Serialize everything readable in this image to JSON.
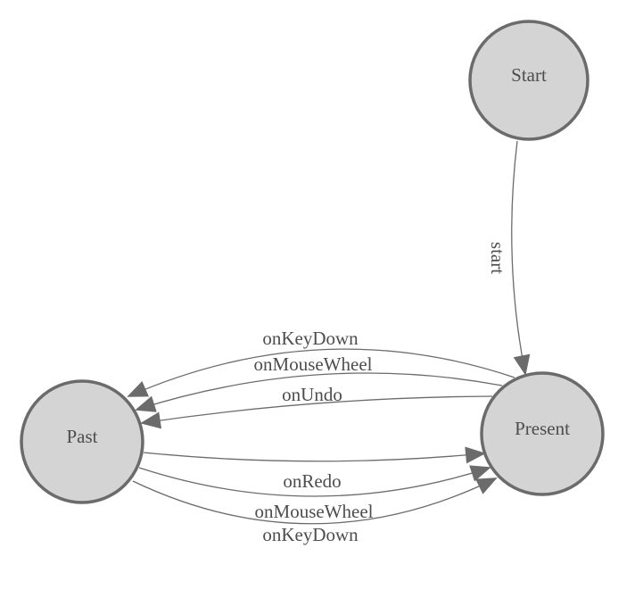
{
  "diagram": {
    "type": "state-diagram",
    "colors": {
      "background": "#ffffff",
      "node_fill": "#d4d4d4",
      "node_stroke": "#6b6b6b",
      "edge_stroke": "#6b6b6b",
      "arrow_fill": "#6b6b6b",
      "label_text": "#4d4d4d"
    },
    "nodes": [
      {
        "id": "start",
        "label": "Start"
      },
      {
        "id": "present",
        "label": "Present"
      },
      {
        "id": "past",
        "label": "Past"
      }
    ],
    "edges": [
      {
        "from": "Start",
        "to": "Present",
        "label": "start"
      },
      {
        "from": "Present",
        "to": "Past",
        "label": "onKeyDown"
      },
      {
        "from": "Present",
        "to": "Past",
        "label": "onMouseWheel"
      },
      {
        "from": "Present",
        "to": "Past",
        "label": "onUndo"
      },
      {
        "from": "Past",
        "to": "Present",
        "label": "onRedo"
      },
      {
        "from": "Past",
        "to": "Present",
        "label": "onMouseWheel"
      },
      {
        "from": "Past",
        "to": "Present",
        "label": "onKeyDown"
      }
    ]
  }
}
